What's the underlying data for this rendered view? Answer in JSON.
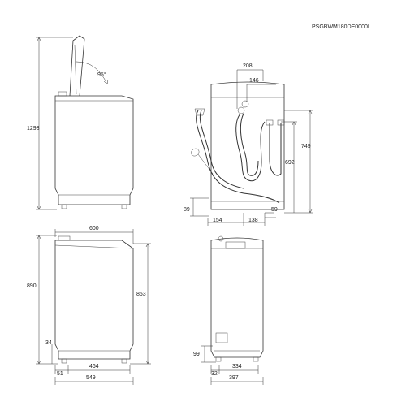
{
  "drawing": {
    "model_code": "PSGBWM180DE0000I",
    "side_view_lid_open": {
      "height": "1293",
      "lid_angle": "95°"
    },
    "rear_view": {
      "hose_offset": "208",
      "hose_spacing": "146",
      "height_749": "749",
      "height_692": "692",
      "base_89": "89",
      "offset_154": "154",
      "offset_138": "138",
      "base_59": "59"
    },
    "side_view_closed": {
      "depth_total": "600",
      "height_overall": "890",
      "height_body": "853",
      "foot_height": "34",
      "foot_offset": "51",
      "foot_span": "464",
      "depth_body": "549"
    },
    "front_view": {
      "foot_height": "99",
      "foot_offset": "32",
      "foot_span": "334",
      "width": "397"
    }
  }
}
